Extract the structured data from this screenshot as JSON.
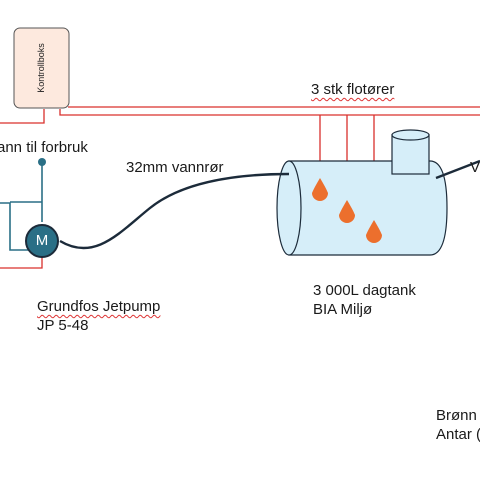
{
  "control_box": {
    "label": "Kontrollboks"
  },
  "labels": {
    "floats": "3 stk flotører",
    "water_use": "ann til forbruk",
    "pipe": "32mm vannrør",
    "tank_line1": "3 000L dagtank",
    "tank_line2": "BIA Miljø",
    "pump_line1": "Grundfos Jetpump",
    "pump_line2": "JP 5-48",
    "well_line1": "Brønn",
    "well_line2": "Antar (",
    "right_edge": "V"
  },
  "pump": {
    "symbol": "M"
  },
  "colors": {
    "signal_wire": "#d9302c",
    "pipe": "#1c2b3a",
    "teal": "#2a6f86",
    "tank_fill": "#d6eef9",
    "float": "#ec6f2d",
    "box_fill": "#fde9de"
  }
}
